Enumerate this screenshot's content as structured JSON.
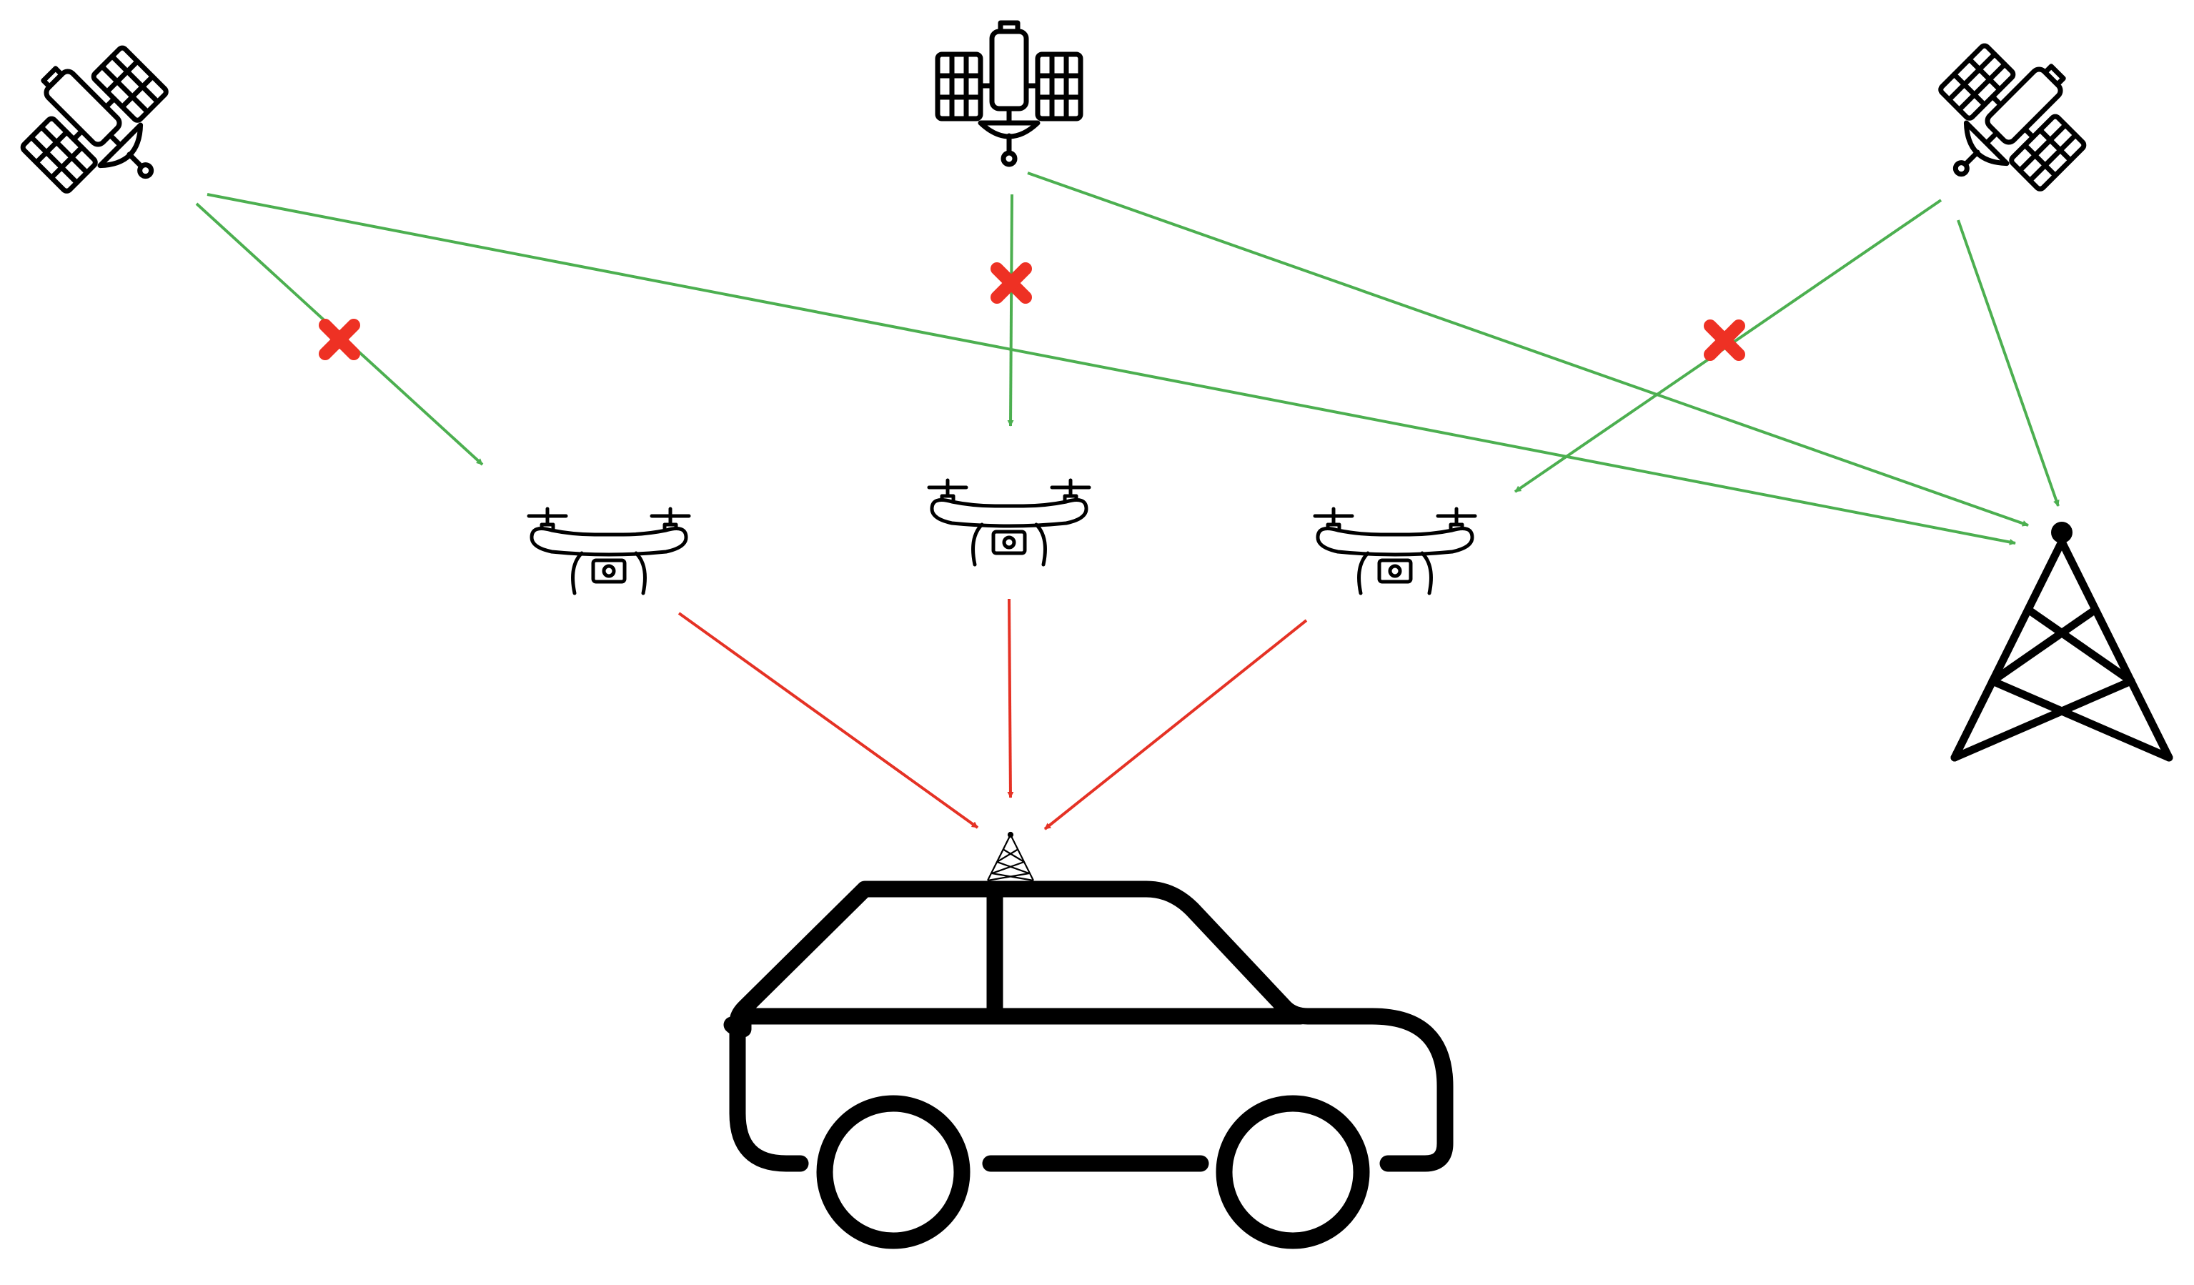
{
  "colors": {
    "background": "#ffffff",
    "icon_stroke": "#000000",
    "signal_ok": "#4caf50",
    "signal_drone": "#e53225",
    "blocked_mark": "#ee3124"
  },
  "nodes": {
    "satellites": [
      {
        "id": "satellite-left",
        "icon": "satellite-icon"
      },
      {
        "id": "satellite-center",
        "icon": "satellite-icon"
      },
      {
        "id": "satellite-right",
        "icon": "satellite-icon"
      }
    ],
    "drones": [
      {
        "id": "drone-left",
        "icon": "drone-icon"
      },
      {
        "id": "drone-center",
        "icon": "drone-icon"
      },
      {
        "id": "drone-right",
        "icon": "drone-icon"
      }
    ],
    "ground_tower": {
      "id": "cell-tower",
      "icon": "cell-tower-icon"
    },
    "vehicle": {
      "id": "car",
      "icon": "car-icon",
      "antenna_icon": "car-antenna-icon"
    }
  },
  "links": [
    {
      "from": "satellite-left",
      "to": "drone-left",
      "type": "satellite-signal",
      "blocked": true
    },
    {
      "from": "satellite-center",
      "to": "drone-center",
      "type": "satellite-signal",
      "blocked": true
    },
    {
      "from": "satellite-right",
      "to": "drone-right",
      "type": "satellite-signal",
      "blocked": true
    },
    {
      "from": "satellite-left",
      "to": "cell-tower",
      "type": "satellite-signal",
      "blocked": false
    },
    {
      "from": "satellite-center",
      "to": "cell-tower",
      "type": "satellite-signal",
      "blocked": false
    },
    {
      "from": "satellite-right",
      "to": "cell-tower",
      "type": "satellite-signal",
      "blocked": false
    },
    {
      "from": "drone-left",
      "to": "car",
      "type": "drone-signal",
      "blocked": false
    },
    {
      "from": "drone-center",
      "to": "car",
      "type": "drone-signal",
      "blocked": false
    },
    {
      "from": "drone-right",
      "to": "car",
      "type": "drone-signal",
      "blocked": false
    }
  ]
}
